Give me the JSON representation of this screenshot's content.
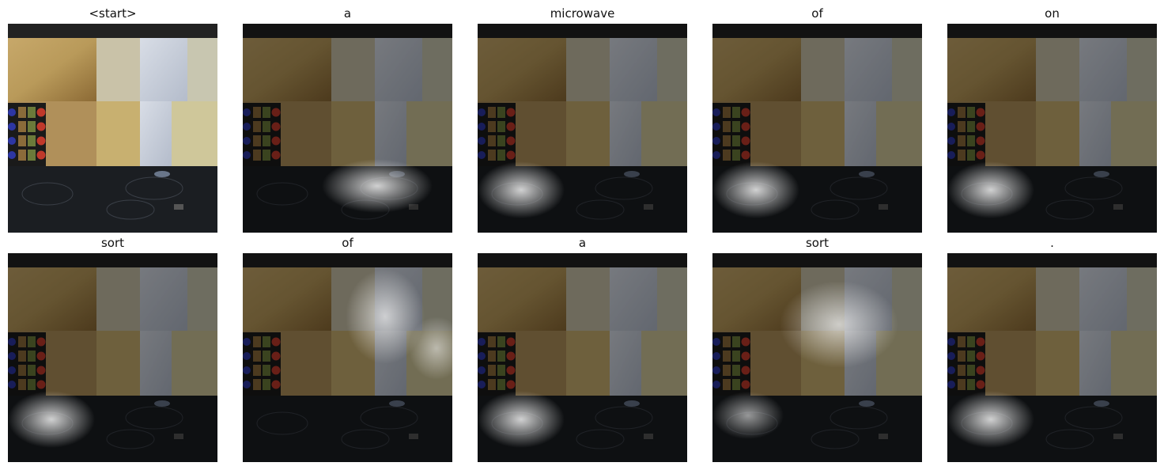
{
  "figure": {
    "panels": [
      {
        "word": "<start>",
        "attention": "none"
      },
      {
        "word": "a",
        "attention": "stove-front-center"
      },
      {
        "word": "microwave",
        "attention": "stove-left"
      },
      {
        "word": "of",
        "attention": "stove-left"
      },
      {
        "word": "on",
        "attention": "stove-left"
      },
      {
        "word": "sort",
        "attention": "stove-left"
      },
      {
        "word": "of",
        "attention": "wall-center-right"
      },
      {
        "word": "a",
        "attention": "stove-left"
      },
      {
        "word": "sort",
        "attention": "wall-center"
      },
      {
        "word": ".",
        "attention": "stove-left"
      }
    ]
  },
  "colors": {
    "tile_gold": "#b99a5a",
    "tile_blue": "#b4bccb",
    "stove_dark": "#1b1e22",
    "spice_red": "#c0392b",
    "spice_blue": "#2d36a3"
  }
}
